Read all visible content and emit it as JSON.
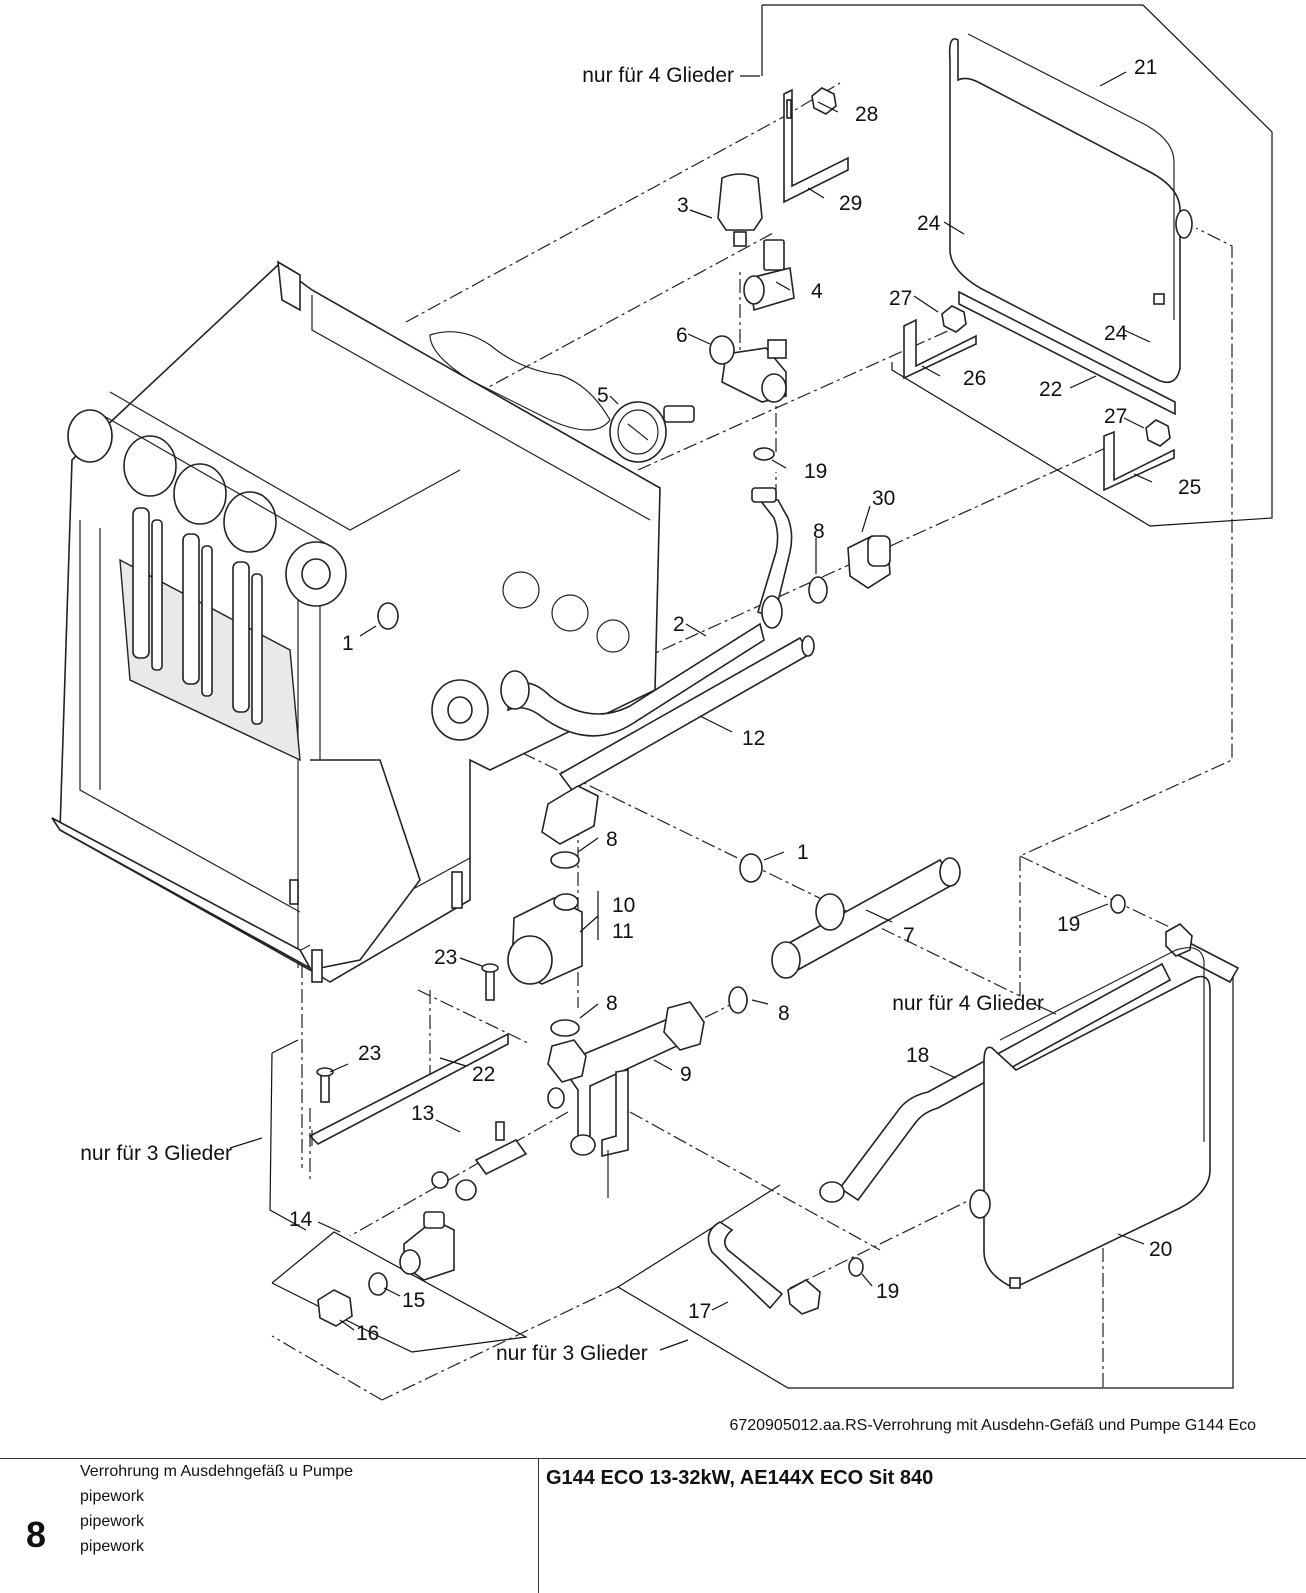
{
  "drawing": {
    "caption": "6720905012.aa.RS-Verrohrung mit Ausdehn-Gefäß und Pumpe G144 Eco",
    "variant_notes": {
      "top": "nur für 4 Glieder",
      "left": "nur für 3 Glieder",
      "right": "nur für 4 Glieder",
      "bottom": "nur für 3 Glieder"
    },
    "part_numbers": {
      "p1a": "1",
      "p1b": "1",
      "p2": "2",
      "p3": "3",
      "p4": "4",
      "p5": "5",
      "p6": "6",
      "p7": "7",
      "p8a": "8",
      "p8b": "8",
      "p8c": "8",
      "p8d": "8",
      "p9": "9",
      "p10": "10",
      "p11": "11",
      "p12": "12",
      "p13": "13",
      "p14": "14",
      "p15": "15",
      "p16": "16",
      "p17": "17",
      "p18": "18",
      "p19a": "19",
      "p19b": "19",
      "p19c": "19",
      "p20": "20",
      "p21": "21",
      "p22a": "22",
      "p22b": "22",
      "p23a": "23",
      "p23b": "23",
      "p24a": "24",
      "p24b": "24",
      "p25": "25",
      "p26": "26",
      "p27a": "27",
      "p27b": "27",
      "p28": "28",
      "p29": "29",
      "p30": "30"
    }
  },
  "footer": {
    "page_number": "8",
    "descriptions": [
      "Verrohrung m Ausdehngefäß u Pumpe",
      "pipework",
      "pipework",
      "pipework"
    ],
    "model": "G144 ECO 13-32kW, AE144X ECO Sit 840"
  }
}
